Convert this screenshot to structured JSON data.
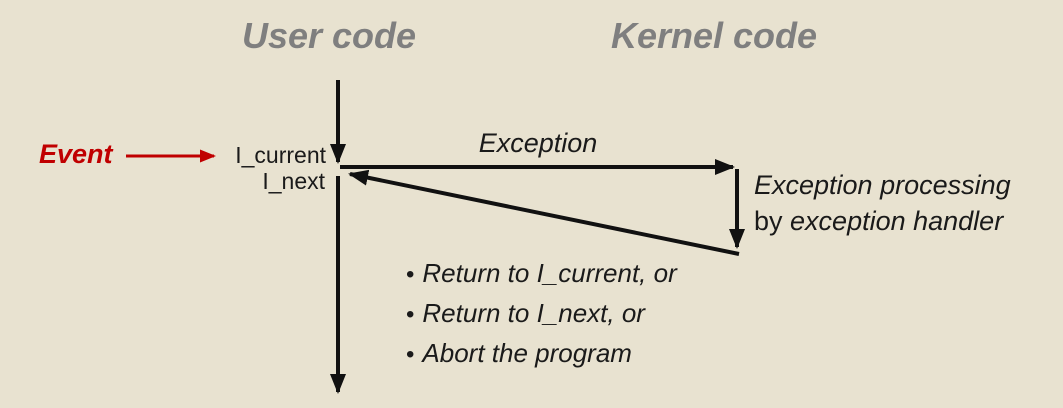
{
  "colors": {
    "background": "#e8e2d0",
    "title_gray": "#7f7f7f",
    "event_red": "#c00000",
    "line_black": "#111111"
  },
  "titles": {
    "user": "User code",
    "kernel": "Kernel code"
  },
  "event": {
    "label": "Event"
  },
  "instruction_labels": {
    "current": "I_current",
    "next": "I_next"
  },
  "exception": {
    "label": "Exception"
  },
  "processing": {
    "line1": "Exception processing",
    "line2_prefix": "by ",
    "line2_italic": "exception handler"
  },
  "outcomes": {
    "bullet": "•",
    "items": [
      "Return to I_current, or",
      "Return to I_next, or",
      "Abort the program"
    ]
  }
}
